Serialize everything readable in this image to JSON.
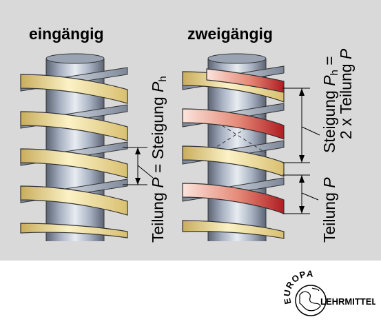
{
  "titles": {
    "left": "eingängig",
    "right": "zweigängig"
  },
  "labels": {
    "left_pitch": {
      "pre": "Teilung ",
      "sym": "P",
      "mid": " = Steigung ",
      "sym2": "P",
      "sub": "h"
    },
    "right_lead_top": {
      "pre": "Steigung ",
      "sym": "P",
      "sub": "h",
      "post": " ="
    },
    "right_lead_bottom": {
      "pre": "2 x Teilung ",
      "sym": "P"
    },
    "right_pitch": {
      "pre": "Teilung ",
      "sym": "P"
    }
  },
  "logo": {
    "arc_text": "EUROPA",
    "word": "LEHRMITTEL"
  },
  "colors": {
    "panel": "#d9d9d9",
    "thread_yellow": "#f3e3a0",
    "thread_red": "#c8282c",
    "shaft_light": "#e8ecf2",
    "shaft_dark": "#5c6474"
  }
}
